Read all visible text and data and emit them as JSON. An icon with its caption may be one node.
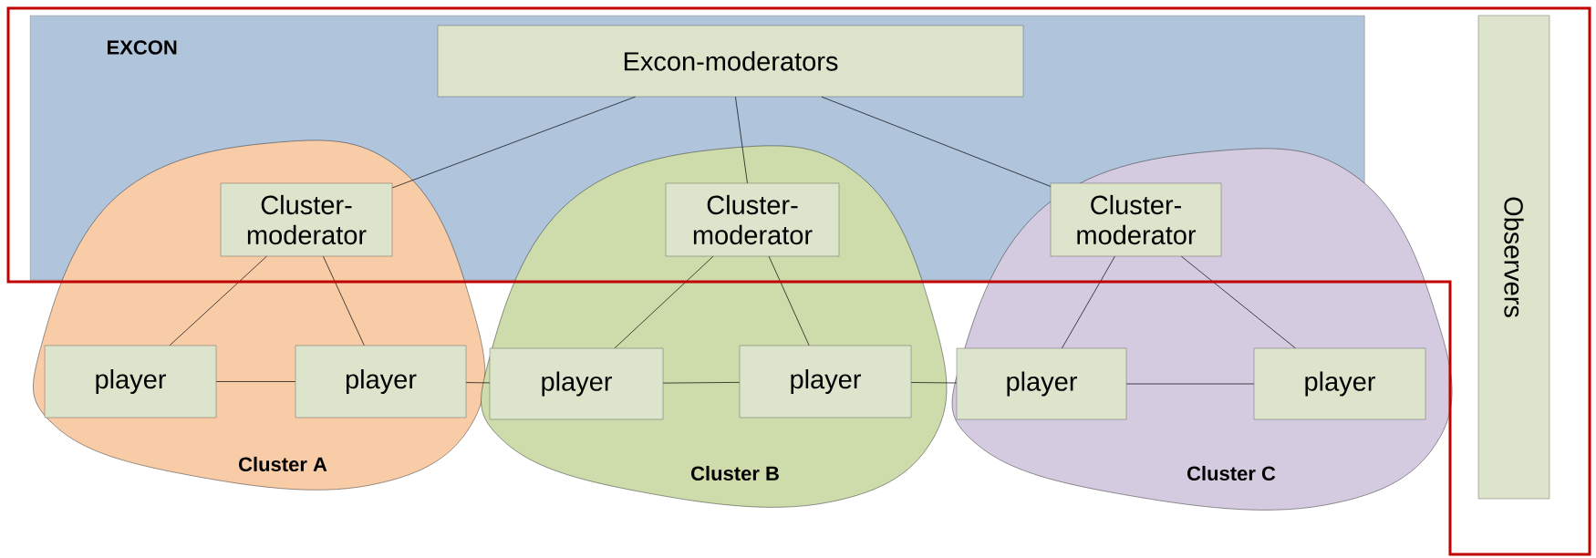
{
  "diagram": {
    "nodes": [
      {
        "text": [
          "EXCON"
        ]
      },
      {
        "text": [
          "Excon-moderators"
        ],
        "in": 0
      },
      {
        "text": [
          "Cluster A"
        ]
      },
      {
        "text": [
          "Cluster-moderator"
        ]
      },
      {
        "text": [
          "player"
        ],
        "in": 2
      },
      {
        "text": [
          "player"
        ],
        "in": 2
      },
      {
        "text": [
          "Cluster B"
        ]
      },
      {
        "text": [
          "Cluster-moderator"
        ]
      },
      {
        "text": [
          "player"
        ],
        "in": 6
      },
      {
        "text": [
          "player"
        ],
        "in": 6
      },
      {
        "text": [
          "Cluster C"
        ]
      },
      {
        "text": [
          "Cluster-moderator"
        ]
      },
      {
        "text": [
          "player"
        ],
        "in": 10
      },
      {
        "text": [
          "player"
        ],
        "in": 10
      },
      {
        "text": [
          "Observers"
        ]
      }
    ],
    "edges": [
      {
        "from": 1,
        "to": 3,
        "arrow": "none"
      },
      {
        "from": 1,
        "to": 7,
        "arrow": "none"
      },
      {
        "from": 1,
        "to": 11,
        "arrow": "none"
      },
      {
        "from": 3,
        "to": 4,
        "arrow": "none"
      },
      {
        "from": 3,
        "to": 5,
        "arrow": "none"
      },
      {
        "from": 4,
        "to": 5,
        "arrow": "none"
      },
      {
        "from": 7,
        "to": 8,
        "arrow": "none"
      },
      {
        "from": 7,
        "to": 9,
        "arrow": "none"
      },
      {
        "from": 8,
        "to": 9,
        "arrow": "none"
      },
      {
        "from": 11,
        "to": 12,
        "arrow": "none"
      },
      {
        "from": 11,
        "to": 13,
        "arrow": "none"
      },
      {
        "from": 12,
        "to": 13,
        "arrow": "none"
      },
      {
        "from": 5,
        "to": 8,
        "arrow": "none"
      },
      {
        "from": 9,
        "to": 12,
        "arrow": "none"
      }
    ]
  }
}
